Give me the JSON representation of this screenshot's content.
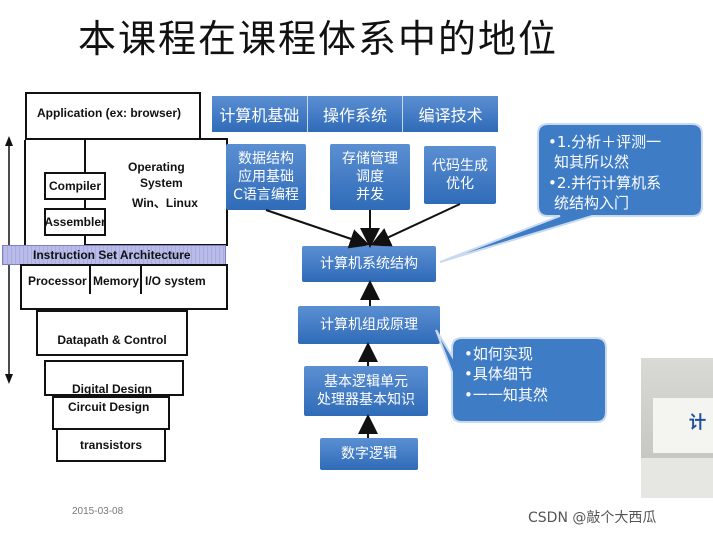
{
  "title": "本课程在课程体系中的地位",
  "left_stack": {
    "application": "Application (ex: browser)",
    "os": [
      "Operating",
      "System",
      "Win、Linux"
    ],
    "compiler": "Compiler",
    "assembler": "Assembler",
    "isa": "Instruction Set Architecture",
    "processor": "Processor",
    "memory": "Memory",
    "io": "I/O system",
    "datapath": "Datapath & Control",
    "digital": "Digital  Design",
    "circuit": "Circuit Design",
    "transistors": "transistors"
  },
  "top_bar": [
    "计算机基础",
    "操作系统",
    "编译技术"
  ],
  "sub_boxes": [
    [
      "数据结构",
      "应用基础",
      "C语言编程"
    ],
    [
      "存储管理",
      "调度",
      "并发"
    ],
    [
      "代码生成",
      "优化"
    ]
  ],
  "flow": {
    "architecture": "计算机系统结构",
    "organization": "计算机组成原理",
    "basics": [
      "基本逻辑单元",
      "处理器基本知识"
    ],
    "digital_logic": "数字逻辑"
  },
  "callout_top": [
    "•1.分析＋评测一",
    "知其所以然",
    "•2.并行计算机系",
    "统结构入门"
  ],
  "callout_bottom": [
    "•如何实现",
    "•具体细节",
    "•一一知其然"
  ],
  "footer": {
    "date": "2015-03-08",
    "brand": "CSDN @敲个大西瓜"
  },
  "photo_label": "计",
  "colors": {
    "box_blue": "#3f7cc6",
    "isa_band": "#b9bce8"
  }
}
